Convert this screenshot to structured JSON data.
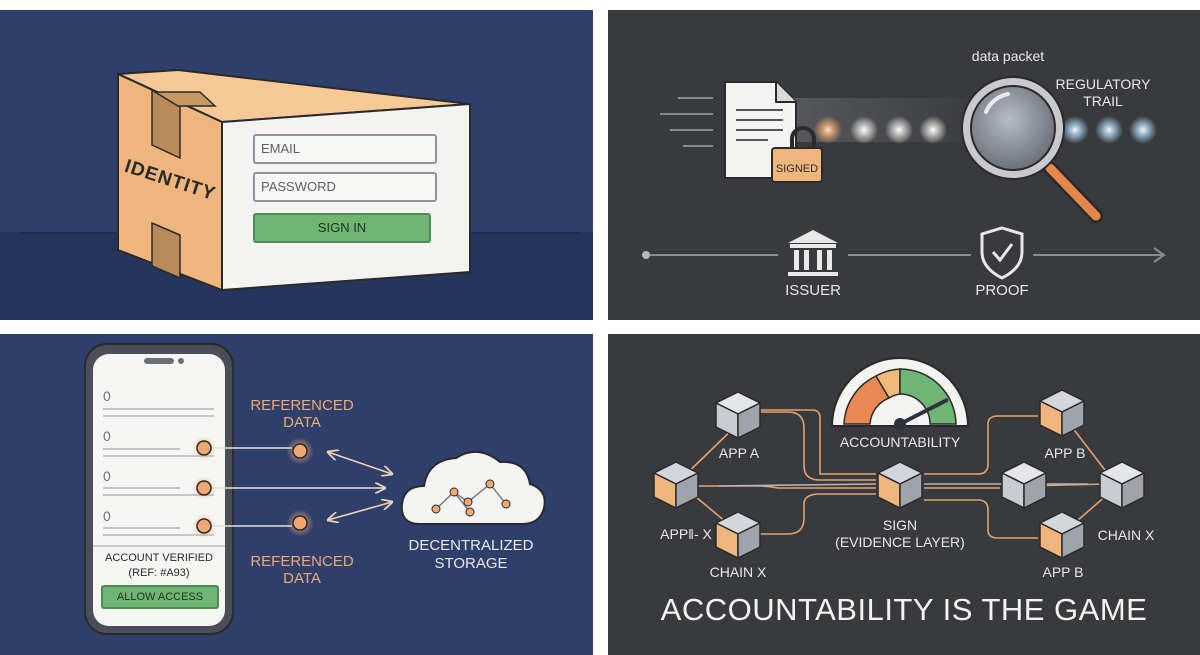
{
  "panel1": {
    "box_label": "IDENTITY",
    "email_placeholder": "EMAIL",
    "password_placeholder": "PASSWORD",
    "signin_label": "SIGN IN"
  },
  "panel2": {
    "packet_label": "data packet",
    "trail_label_1": "REGULATORY",
    "trail_label_2": "TRAIL",
    "signed_label": "SIGNED",
    "issuer_label": "ISSUER",
    "proof_label": "PROOF"
  },
  "panel3": {
    "rows": [
      "0",
      "0",
      "0",
      "0"
    ],
    "referenced_1a": "REFERENCED",
    "referenced_1b": "DATA",
    "referenced_2a": "REFERENCED",
    "referenced_2b": "DATA",
    "verified_1": "ACCOUNT VERIFIED",
    "verified_2": "(REF: #A93)",
    "allow_label": "ALLOW ACCESS",
    "storage_1": "DECENTRALIZED",
    "storage_2": "STORAGE"
  },
  "panel4": {
    "gauge_label": "ACCOUNTABILITY",
    "gauge_level": 0.85,
    "app_a": "APP A",
    "app_x": "APP‖- X",
    "chain_x_left": "CHAIN X",
    "sign_1": "SIGN",
    "sign_2": "(EVIDENCE LAYER)",
    "app_b_top": "APP B",
    "chain_x_right": "CHAIN X",
    "app_b_bottom": "APP B",
    "headline": "ACCOUNTABILITY IS THE GAME"
  },
  "colors": {
    "navy": "#2e3f6b",
    "charcoal": "#393a3d",
    "orange": "#f0a872",
    "green": "#6fb573",
    "cube_orange": "#eeb67d",
    "cube_gray": "#c9ccd3"
  }
}
